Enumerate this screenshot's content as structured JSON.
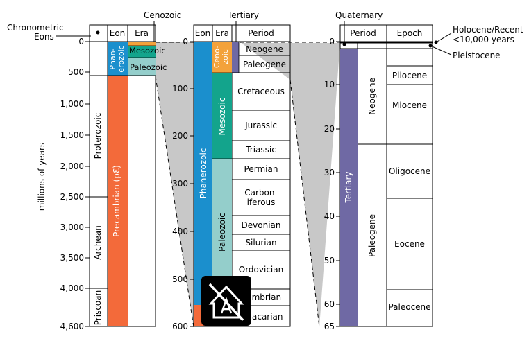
{
  "callouts": {
    "chronometric": "Chronometric",
    "eons": "Eons",
    "cenozoic": "Cenozoic",
    "tertiary": "Tertiary",
    "quaternary": "Quaternary",
    "holocene": "Holocene/Recent",
    "holocene_age": "<10,000 years",
    "pleistocene": "Pleistocene"
  },
  "panel1": {
    "y_axis_label": "millions of years",
    "headers": {
      "eon": "Eon",
      "era": "Era"
    },
    "ticks": [
      "0",
      "500",
      "1,000",
      "1,500",
      "2,000",
      "2,500",
      "3,000",
      "3,500",
      "4,000",
      "4,600"
    ],
    "eons_text": [
      "Proterozoic",
      "Archean",
      "Priscoan"
    ],
    "eon_phanerozoic_l1": "Phan-",
    "eon_phanerozoic_l2": "erozoic",
    "eon_precambrian": "Precambrian (pƐ)",
    "era_mesozoic": "Mesozoic",
    "era_paleozoic": "Paleozoic"
  },
  "panel2": {
    "headers": {
      "eon": "Eon",
      "era": "Era",
      "period": "Period"
    },
    "ticks": [
      "0",
      "100",
      "200",
      "300",
      "400",
      "500",
      "600"
    ],
    "eon_phanerozoic": "Phanerozoic",
    "era_cenozoic_l1": "Ceno-",
    "era_cenozoic_l2": "zoic",
    "era_mesozoic": "Mesozoic",
    "era_paleozoic": "Paleozoic",
    "periods": [
      "Neogene",
      "Paleogene",
      "Cretaceous",
      "Jurassic",
      "Triassic",
      "Permian",
      "Carbon-",
      "iferous",
      "Devonian",
      "Silurian",
      "Ordovician",
      "Cambrian",
      "Ediacarian"
    ]
  },
  "panel3": {
    "headers": {
      "period": "Period",
      "epoch": "Epoch"
    },
    "ticks": [
      "0",
      "10",
      "20",
      "30",
      "40",
      "50",
      "60",
      "65"
    ],
    "tertiary": "Tertiary",
    "periods": [
      "Neogene",
      "Paleogene"
    ],
    "epochs": [
      "Pliocene",
      "Miocene",
      "Oligocene",
      "Eocene",
      "Paleocene"
    ]
  },
  "watermark": {
    "icon": "no-ai-logo-icon",
    "color": "#000000"
  },
  "colors": {
    "phanerozoic": "#1b8fcd",
    "precambrian": "#f36a3a",
    "cenozoic": "#f3a23b",
    "mesozoic": "#13a48c",
    "paleozoic": "#94cecb",
    "tertiary": "#6f69a4",
    "zoom_band": "#c8c8c8"
  }
}
